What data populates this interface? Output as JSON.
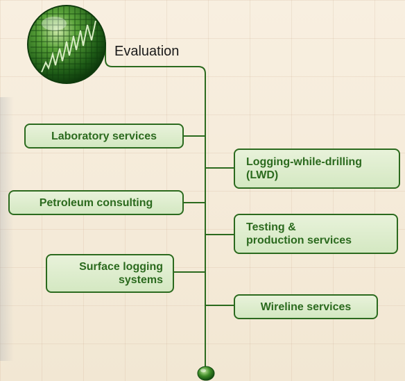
{
  "diagram": {
    "title": "Evaluation",
    "left_nodes": [
      "Laboratory services",
      "Petroleum consulting",
      "Surface logging\nsystems"
    ],
    "right_nodes": [
      "Logging-while-drilling\n(LWD)",
      "Testing &\nproduction services",
      "Wireline services"
    ]
  },
  "colors": {
    "line": "#2b6a1e",
    "box_fill": "#d9ebc8",
    "box_text": "#2b6a1e",
    "background": "#f4ead8"
  },
  "icons": {
    "logo": "green-globe-waveform-icon",
    "end": "green-sphere-end-icon"
  }
}
